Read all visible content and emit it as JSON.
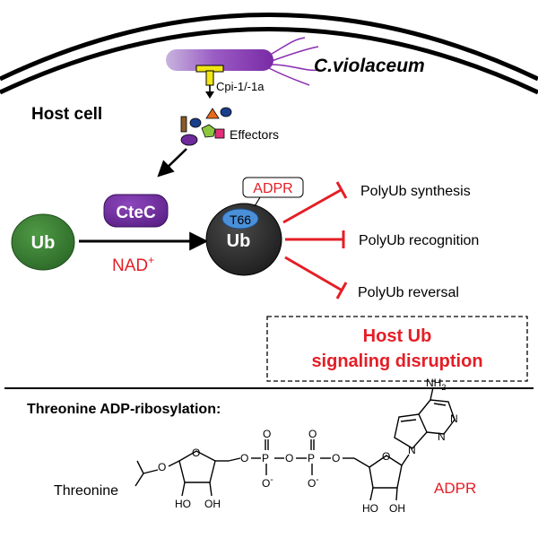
{
  "bacterium": {
    "name": "C.violaceum",
    "secretion_system": "Cpi-1/-1a"
  },
  "host_label": "Host cell",
  "effectors_label": "Effectors",
  "enzyme_label": "CteC",
  "substrate_label": "Ub",
  "cofactor": {
    "text": "NAD",
    "superscript": "+"
  },
  "product": {
    "label": "Ub",
    "modified_residue": "T66",
    "modification": "ADPR"
  },
  "outcomes": [
    "PolyUb synthesis",
    "PolyUb recognition",
    "PolyUb reversal"
  ],
  "disruption": {
    "line1": "Host Ub",
    "line2": "signaling disruption"
  },
  "reaction": {
    "title": "Threonine ADP-ribosylation:",
    "threonine_label": "Threonine",
    "adpr_label": "ADPR",
    "phosphorus": "P",
    "oxygen": "O",
    "oxygen_minus": "O",
    "minus": "-",
    "nitrogen": "N",
    "hydroxyl": "OH",
    "hydroxyl_left": "HO",
    "amine": "NH",
    "amine_sub": "2"
  },
  "colors": {
    "accent_red": "#e41e26",
    "bacterium_purple": "#8a2cb0",
    "secretion_yellow": "#f2e614",
    "ub_green": "#3a7d35",
    "ub_modified_dark": "#2b2b2b",
    "cte_purple": "#6e2a9b",
    "t66_blue": "#4a90d9"
  }
}
